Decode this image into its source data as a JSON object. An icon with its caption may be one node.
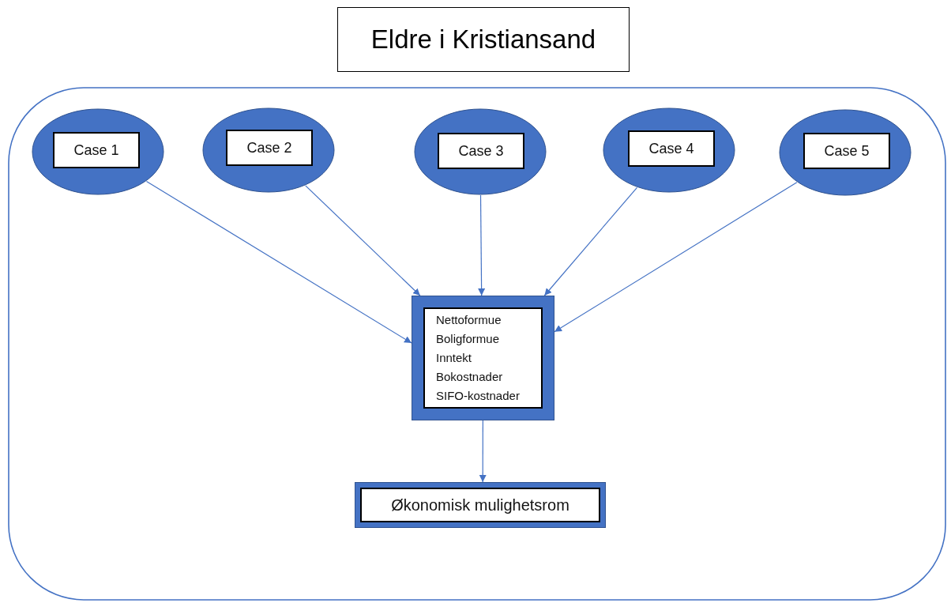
{
  "diagram": {
    "title": "Eldre i Kristiansand",
    "nodes": [
      {
        "text": [],
        "shape": "box"
      },
      {
        "text": [
          "Case 1"
        ],
        "in": 0
      },
      {
        "text": [
          "Case 2"
        ],
        "in": 0
      },
      {
        "text": [
          "Case 3"
        ],
        "in": 0
      },
      {
        "text": [
          "Case 4"
        ],
        "in": 0
      },
      {
        "text": [
          "Case 5"
        ],
        "in": 0
      },
      {
        "text": [
          "Nettoformue",
          "Boligformue",
          "Inntekt",
          "Bokostnader",
          "SIFO-kostnader"
        ],
        "in": 0
      },
      {
        "text": [
          "Økonomisk mulighetsrom"
        ],
        "in": 0
      }
    ],
    "edges": [
      {
        "from": 1,
        "to": 6,
        "arrow": "to"
      },
      {
        "from": 2,
        "to": 6,
        "arrow": "to"
      },
      {
        "from": 3,
        "to": 6,
        "arrow": "to"
      },
      {
        "from": 4,
        "to": 6,
        "arrow": "to"
      },
      {
        "from": 5,
        "to": 6,
        "arrow": "to"
      },
      {
        "from": 6,
        "to": 7,
        "arrow": "to"
      }
    ]
  }
}
